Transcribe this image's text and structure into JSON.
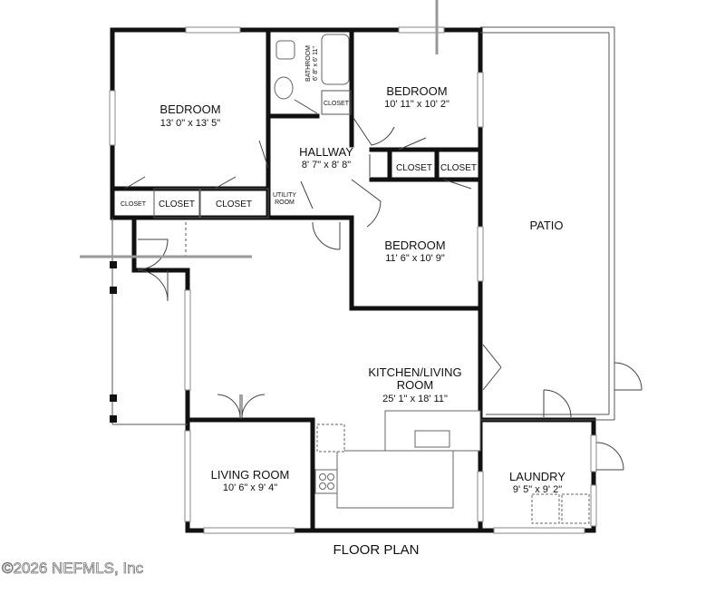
{
  "rooms": {
    "bedroom1": {
      "name": "BEDROOM",
      "dims": "13' 0\" x 13' 5\""
    },
    "bedroom2": {
      "name": "BEDROOM",
      "dims": "10' 11\" x 10' 2\""
    },
    "bedroom3": {
      "name": "BEDROOM",
      "dims": "11' 6\" x 10' 9\""
    },
    "bathroom": {
      "name": "BATHROOM",
      "dims": "6' 8\" x 6' 11\""
    },
    "hallway": {
      "name": "HALLWAY",
      "dims": "8' 7\" x 8' 8\""
    },
    "utility": {
      "name_line1": "UTILITY",
      "name_line2": "ROOM"
    },
    "patio": {
      "name": "PATIO"
    },
    "kitchen_living": {
      "name_line1": "KITCHEN/LIVING",
      "name_line2": "ROOM",
      "dims": "25' 1\" x 18' 11\""
    },
    "living_room": {
      "name": "LIVING ROOM",
      "dims": "10' 6\" x 9' 4\""
    },
    "laundry": {
      "name": "LAUNDRY",
      "dims": "9' 5\" x 9' 2\""
    }
  },
  "closets": {
    "bath": "CLOSET",
    "hall_left": "CLOSET",
    "hall_right": "CLOSET",
    "bed1_small": "CLOSET",
    "bed1_mid": "CLOSET",
    "bed1_large": "CLOSET"
  },
  "plan_title": "FLOOR PLAN",
  "watermark": "©2026 NEFMLS, Inc"
}
